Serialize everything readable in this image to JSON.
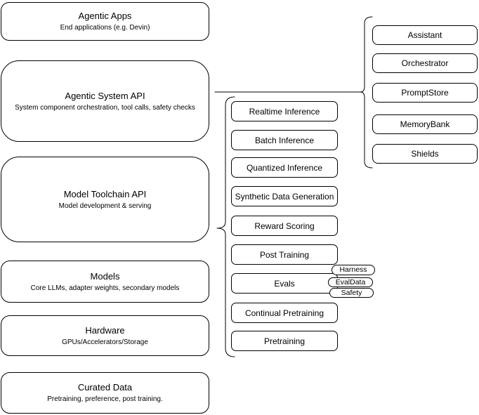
{
  "diagram": {
    "stack_layers": [
      {
        "title": "Agentic Apps",
        "subtitle": "End applications (e.g. Devin)"
      },
      {
        "title": "Agentic System API",
        "subtitle": "System component orchestration, tool calls, safety checks"
      },
      {
        "title": "Model Toolchain API",
        "subtitle": "Model development & serving"
      },
      {
        "title": "Models",
        "subtitle": "Core LLMs, adapter weights, secondary models"
      },
      {
        "title": "Hardware",
        "subtitle": "GPUs/Accelerators/Storage"
      },
      {
        "title": "Curated Data",
        "subtitle": "Pretraining, preference, post training."
      }
    ],
    "toolchain_components": [
      "Realtime Inference",
      "Batch Inference",
      "Quantized Inference",
      "Synthetic Data Generation",
      "Reward Scoring",
      "Post Training",
      "Evals",
      "Continual Pretraining",
      "Pretraining"
    ],
    "evals_tags": [
      "Harness",
      "EvalData",
      "Safety"
    ],
    "system_components": [
      "Assistant",
      "Orchestrator",
      "PromptStore",
      "MemoryBank",
      "Shields"
    ],
    "colors": {
      "stroke": "#000000",
      "shape_fill": "#ffffff",
      "background": "#ffffff"
    }
  }
}
